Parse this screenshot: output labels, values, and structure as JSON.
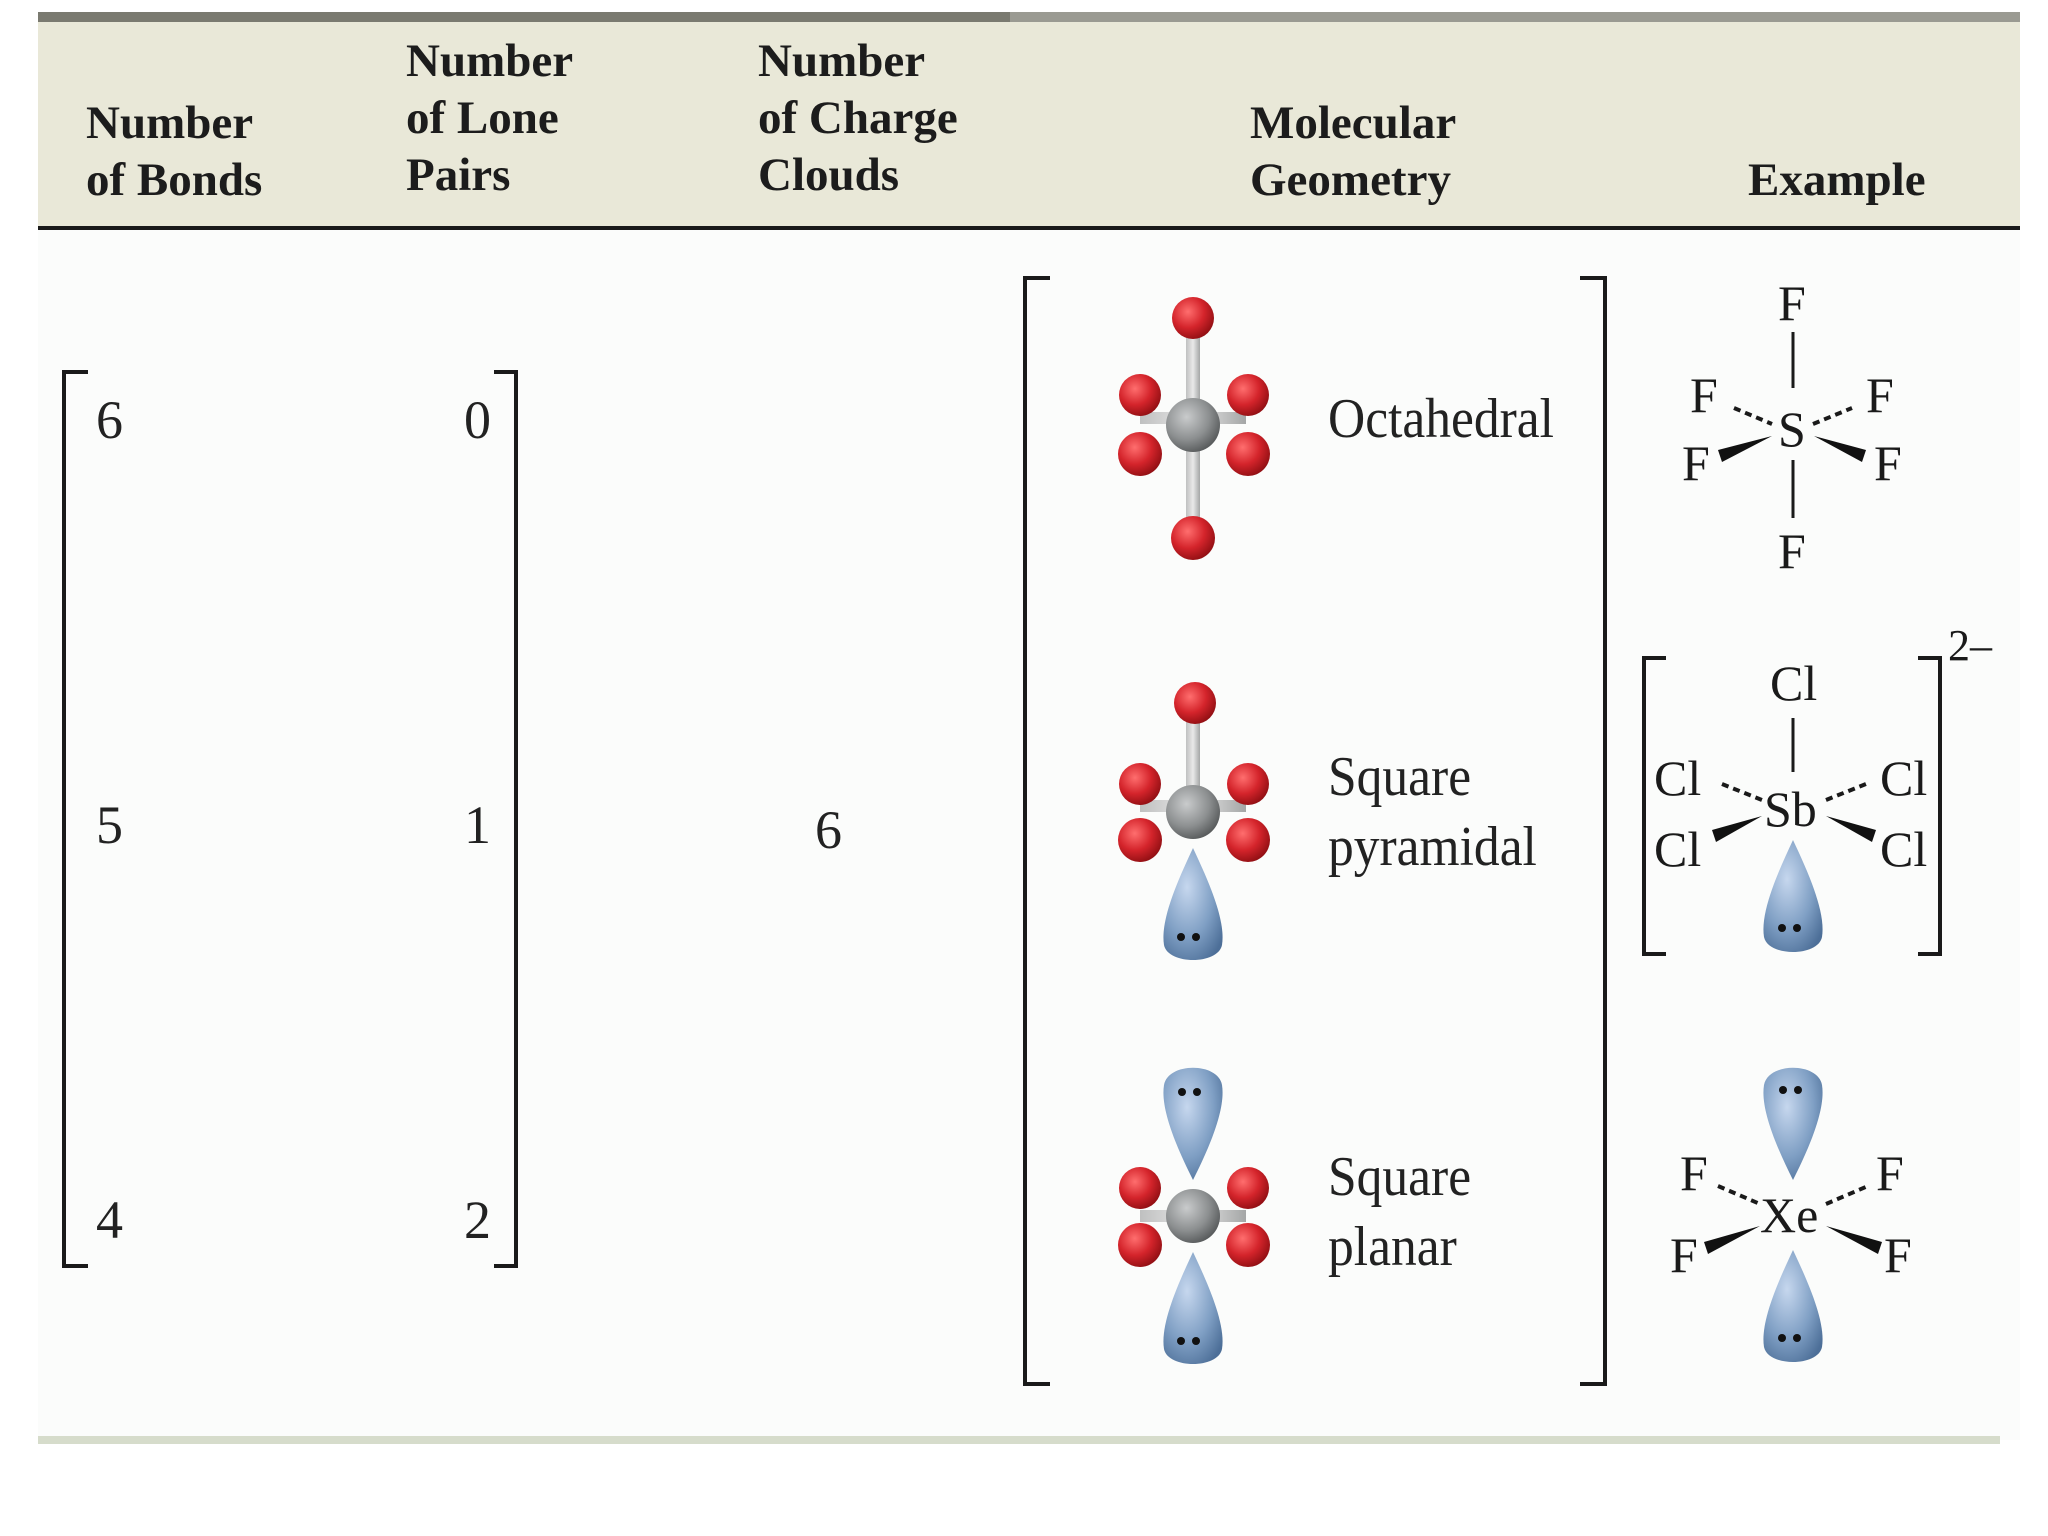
{
  "columns": [
    {
      "label": "Number\nof Bonds"
    },
    {
      "label": "Number\nof Lone\nPairs"
    },
    {
      "label": "Number\nof Charge\nClouds"
    },
    {
      "label": "Molecular\nGeometry"
    },
    {
      "label": "Example"
    }
  ],
  "rows": [
    {
      "bonds": "6",
      "lone_pairs": "0",
      "geometry": "Octahedral"
    },
    {
      "bonds": "5",
      "lone_pairs": "1",
      "geometry": "Square\npyramidal"
    },
    {
      "bonds": "4",
      "lone_pairs": "2",
      "geometry": "Square\nplanar"
    }
  ],
  "charge_clouds": "6",
  "examples": {
    "sf6": {
      "center": "S",
      "ligand": "F"
    },
    "sbcl5": {
      "center": "Sb",
      "ligand": "Cl",
      "charge": "2–"
    },
    "xef4": {
      "center": "Xe",
      "ligand": "F"
    }
  },
  "colors": {
    "header_bg": "#e9e8d8",
    "atom_red": "#d4242b",
    "atom_gray": "#8c8f90",
    "lone_pair_blue": "#7f9fc4"
  }
}
